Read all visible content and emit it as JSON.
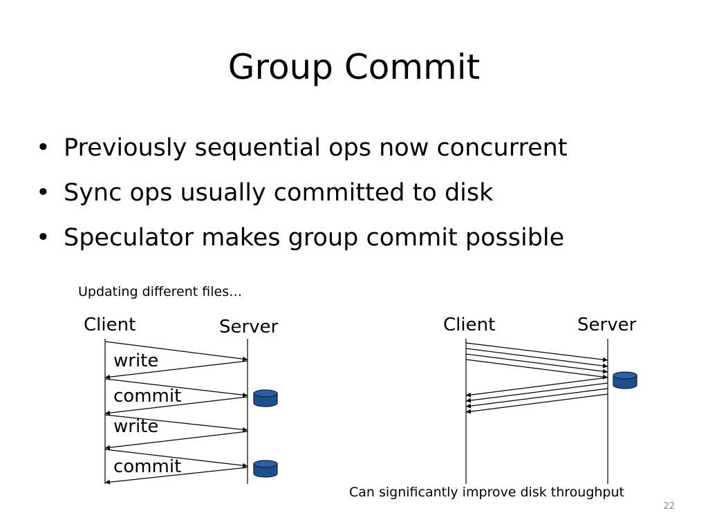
{
  "slide": {
    "title": "Group Commit",
    "bullets": [
      "Previously sequential ops now concurrent",
      "Sync ops usually committed to disk",
      "Speculator makes group commit possible"
    ],
    "bullet_symbol": "•",
    "page_number": "22"
  },
  "left_diagram": {
    "caption": "Updating different files…",
    "client_label": "Client",
    "server_label": "Server",
    "messages": [
      "write",
      "commit",
      "write",
      "commit"
    ],
    "disk_icon": "disk-cylinder-icon"
  },
  "right_diagram": {
    "client_label": "Client",
    "server_label": "Server",
    "caption": "Can significantly improve disk throughput",
    "disk_icon": "disk-cylinder-icon"
  },
  "colors": {
    "disk_fill": "#1F4E8C",
    "disk_top": "#2E5FA3",
    "disk_stroke": "#0B1F3A",
    "line": "#000000",
    "page_number": "#8a8a8a"
  }
}
